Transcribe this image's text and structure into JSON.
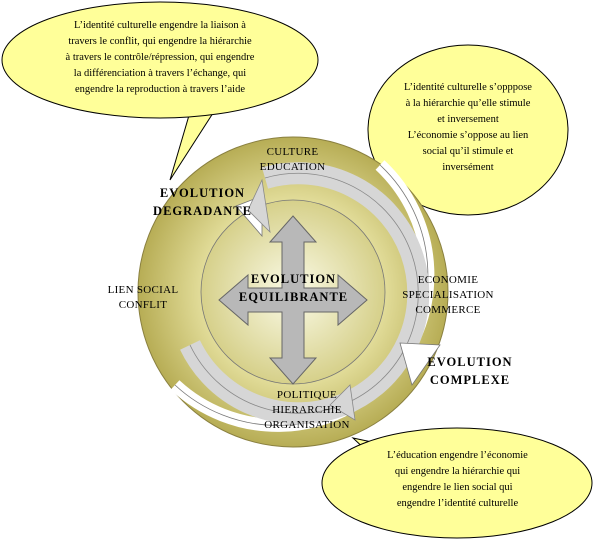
{
  "bubbles": {
    "top_left": [
      "L’identité culturelle engendre la liaison à",
      "travers le conflit, qui engendre la hiérarchie",
      "à travers le contrôle/répression, qui engendre",
      "la différenciation à travers l’échange, qui",
      "engendre la reproduction à travers l’aide"
    ],
    "top_right": [
      "L’identité culturelle s’opppose",
      "à la hiérarchie qu’elle stimule",
      "et inversement",
      "L’économie s’oppose au lien",
      "social qu’il stimule et",
      "inversément"
    ],
    "bottom_right": [
      "L’éducation engendre l’économie",
      "qui engendre la hiérarchie qui",
      "engendre le lien social qui",
      "engendre l’identité culturelle"
    ]
  },
  "labels": {
    "culture": [
      "CULTURE",
      "EDUCATION"
    ],
    "economie": [
      "ECONOMIE",
      "SPECIALISATION",
      "COMMERCE"
    ],
    "politique": [
      "POLITIQUE",
      "HIERARCHIE",
      "ORGANISATION"
    ],
    "lien_social": [
      "LIEN SOCIAL",
      "CONFLIT"
    ],
    "degradante": [
      "EVOLUTION",
      "DEGRADANTE"
    ],
    "complexe": [
      "EVOLUTION",
      "COMPLEXE"
    ],
    "equilibrante": [
      "EVOLUTION",
      "EQUILIBRANTE"
    ]
  },
  "colors": {
    "bubble_fill": "#ffff99",
    "outer_ring": "#c8c06a",
    "inner_disc": "#e0dfa0",
    "arrow_fill": "#b8b8b8",
    "white_arrow": "#ffffff"
  }
}
